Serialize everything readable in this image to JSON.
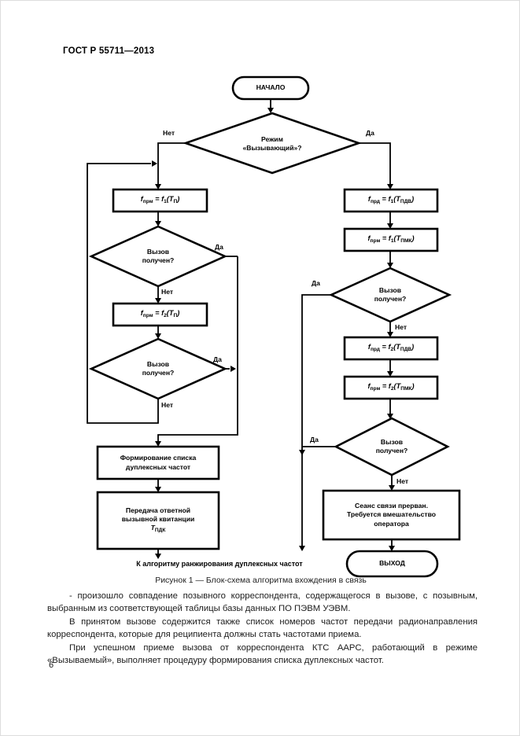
{
  "header": {
    "title": "ГОСТ Р 55711—2013"
  },
  "flowchart": {
    "start_label": "НАЧАЛО",
    "exit_label": "ВЫХОД",
    "yes": "Да",
    "no": "Нет",
    "mode_q": [
      "Режим",
      "«Вызывающий»?"
    ],
    "call_q": [
      "Вызов",
      "получен?"
    ],
    "f_l1": {
      "base": "f",
      "base_sub": "прм",
      "mid": " = f",
      "mid_sub": "1",
      "arg": "(T",
      "arg_sub": "П",
      "end": ")"
    },
    "f_l2": {
      "base": "f",
      "base_sub": "прм",
      "mid": " = f",
      "mid_sub": "2",
      "arg": "(T",
      "arg_sub": "П",
      "end": ")"
    },
    "f_r1": {
      "base": "f",
      "base_sub": "прд",
      "mid": " = f",
      "mid_sub": "1",
      "arg": "(T",
      "arg_sub": "ПДВ",
      "end": ")"
    },
    "f_r2": {
      "base": "f",
      "base_sub": "прм",
      "mid": " = f",
      "mid_sub": "1",
      "arg": "(T",
      "arg_sub": "ПМК",
      "end": ")"
    },
    "f_r3": {
      "base": "f",
      "base_sub": "прд",
      "mid": " = f",
      "mid_sub": "2",
      "arg": "(T",
      "arg_sub": "ПДВ",
      "end": ")"
    },
    "f_r4": {
      "base": "f",
      "base_sub": "прм",
      "mid": " = f",
      "mid_sub": "2",
      "arg": "(T",
      "arg_sub": "ПМК",
      "end": ")"
    },
    "form_list": [
      "Формирование списка",
      "дуплексных частот"
    ],
    "send_receipt": {
      "lines": [
        "Передача ответной",
        "вызывной квитанции"
      ],
      "sym": "T",
      "sym_sub": "ПДК"
    },
    "session_lost": [
      "Сеанс связи прерван.",
      "Требуется вмешательство",
      "оператора"
    ],
    "to_ranking": "К алгоритму ранжирования дуплексных частот"
  },
  "caption": "Рисунок 1 — Блок-схема алгоритма вхождения в связь",
  "body": {
    "p1": "- произошло совпадение позывного корреспондента, содержащегося в вызове, с позывным, выбранным из соответствующей таблицы базы данных ПО ПЭВМ УЭВМ.",
    "p2": "В принятом вызове содержится также список номеров частот передачи радионаправления корреспондента, которые для реципиента должны стать частотами приема.",
    "p3": "При успешном приеме вызова от корреспондента КТС ААРС, работающий в режиме «Вызываемый», выполняет процедуру формирования списка дуплексных частот."
  },
  "footer": {
    "page_number": "6"
  }
}
